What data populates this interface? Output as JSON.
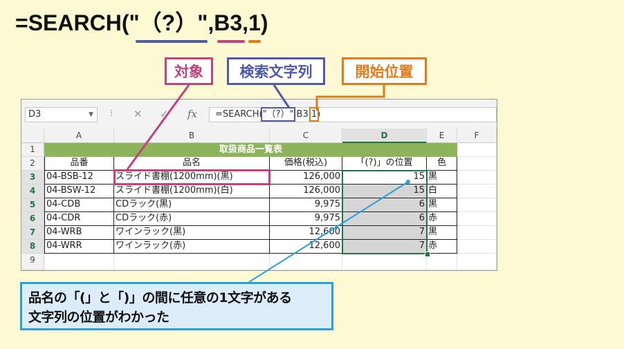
{
  "heading": {
    "formula_start": "=SEARCH(\"",
    "formula_arg1": "（?）",
    "formula_mid": "\",",
    "formula_arg2": "B3",
    "formula_comma": ",",
    "formula_arg3": "1",
    "formula_end": ")"
  },
  "callouts": {
    "target": "対象",
    "search_text": "検索文字列",
    "start_pos": "開始位置"
  },
  "colors": {
    "target": "#c0437e",
    "search_text": "#4e5aa6",
    "start_pos": "#e07b1b",
    "note": "#25a0dd",
    "excel_green": "#217346",
    "title_fill": "#8db45a"
  },
  "formula_bar": {
    "name_box": "D3",
    "name_box_dropdown": "▼",
    "separator": "⁝",
    "cancel_icon": "✕",
    "enter_icon": "✓",
    "fx_label": "fx",
    "formula_pre": "=SEARCH(",
    "formula_arg": "\"（?）\"",
    "formula_arg2": ",B3,",
    "formula_arg3": "1",
    "formula_post": ")"
  },
  "sheet": {
    "col_headers": [
      "A",
      "B",
      "C",
      "D",
      "E",
      "F"
    ],
    "row_headers": [
      "1",
      "2",
      "3",
      "4",
      "5",
      "6",
      "7",
      "8",
      "9"
    ],
    "title": "取扱商品一覧表",
    "header_row": [
      "品番",
      "品名",
      "価格(税込)",
      "「(?)」の位置",
      "色"
    ],
    "rows": [
      [
        "04-BSB-12",
        "スライド書棚(1200mm)(黒)",
        "126,000",
        "15",
        "黒"
      ],
      [
        "04-BSW-12",
        "スライド書棚(1200mm)(白)",
        "126,000",
        "15",
        "白"
      ],
      [
        "04-CDB",
        "CDラック(黒)",
        "9,975",
        "6",
        "黒"
      ],
      [
        "04-CDR",
        "CDラック(赤)",
        "9,975",
        "6",
        "赤"
      ],
      [
        "04-WRB",
        "ワインラック(黒)",
        "12,600",
        "7",
        "黒"
      ],
      [
        "04-WRR",
        "ワインラック(赤)",
        "12,600",
        "7",
        "赤"
      ]
    ]
  },
  "note": {
    "line1": "品名の「(」と「)」の間に任意の1文字がある",
    "line2": "文字列の位置がわかった"
  }
}
